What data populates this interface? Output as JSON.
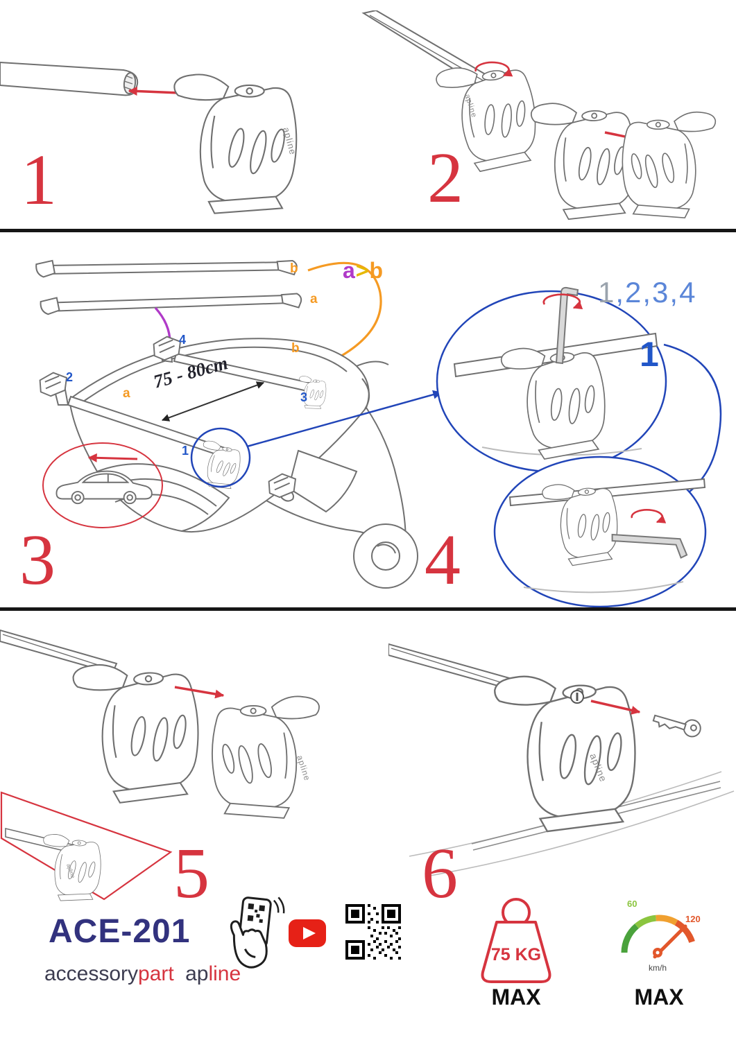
{
  "steps": {
    "s1": "1",
    "s2": "2",
    "s3": "3",
    "s4": "4",
    "s5": "5",
    "s6": "6"
  },
  "step3": {
    "order_note": {
      "a": "a",
      "gt": ">",
      "b": "b"
    },
    "bar_label_a": "a",
    "bar_label_b": "b",
    "roof_label_a": "a",
    "roof_label_b": "b",
    "measurement": "75 - 80cm",
    "clamp_1": "1",
    "clamp_2": "2",
    "clamp_3": "3",
    "clamp_4": "4"
  },
  "step4": {
    "sequence_first": "1",
    "sequence_rest": ",2,3,4",
    "detail_label": "1"
  },
  "branding": {
    "model": "ACE-201",
    "brand_accessory": "accessory",
    "brand_part": "part",
    "brand_ap": "ap",
    "brand_line": "line",
    "part_logo": "apline"
  },
  "limits": {
    "weight_value": "75 KG",
    "weight_max": "MAX",
    "speed_low": "60",
    "speed_high": "120",
    "speed_unit": "km/h",
    "speed_max": "MAX"
  },
  "icons": [
    {
      "name": "phone-qr-scan-icon"
    },
    {
      "name": "youtube-icon"
    },
    {
      "name": "qr-code"
    },
    {
      "name": "weight-limit-icon"
    },
    {
      "name": "speedometer-icon"
    }
  ],
  "colors": {
    "step_number_red": "#d6343f",
    "arrow_red": "#d6343f",
    "detail_blue": "#2145b8",
    "number_blue": "#2156c8",
    "light_blue": "#5b86d8",
    "gray_number": "#9aa3ad",
    "purple": "#b03ac8",
    "yellow": "#e6b800",
    "orange": "#f59a23",
    "navy_model": "#32327e",
    "brand_dark": "#3c3c50",
    "youtube_red": "#e62117",
    "gauge_green": "#4aa23c",
    "gauge_yellow_green": "#8bc53f",
    "gauge_orange": "#f0a030",
    "gauge_red": "#e2572b",
    "line_gray": "#6f6f6f"
  }
}
